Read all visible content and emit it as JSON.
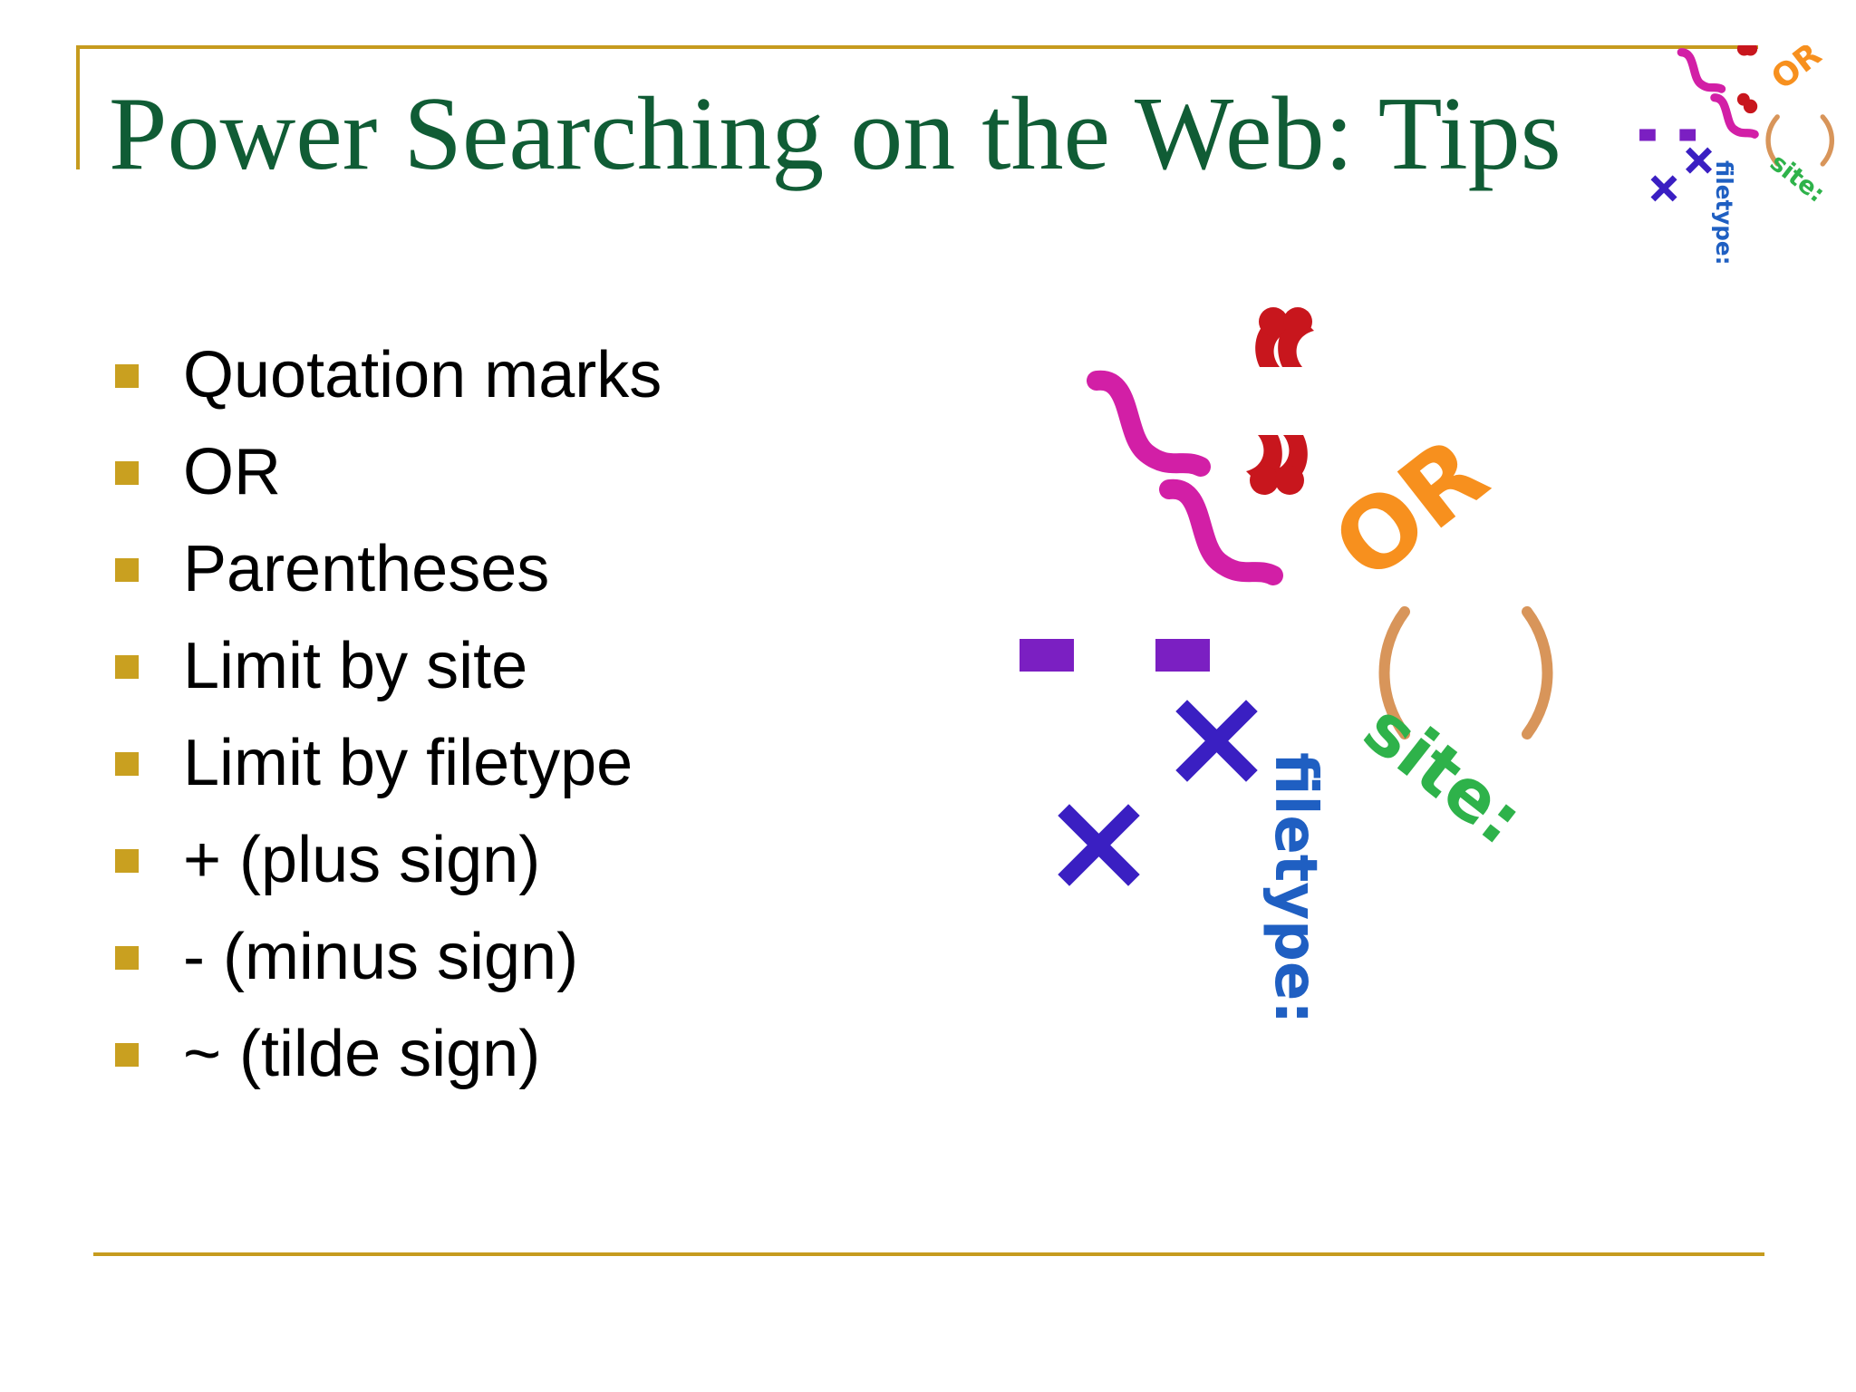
{
  "slide": {
    "title": "Power Searching on the Web: Tips",
    "bullets": [
      "Quotation marks",
      "OR",
      "Parentheses",
      "Limit by site",
      "Limit by filetype",
      "+ (plus sign)",
      "- (minus sign)",
      "~ (tilde sign)"
    ]
  },
  "illustration": {
    "or_text": "OR",
    "site_text": "site:",
    "filetype_text": "filetype:",
    "colors": {
      "quotes": "#c8161d",
      "tilde": "#d21fa6",
      "or": "#f7901e",
      "parentheses": "#d8955a",
      "minus": "#7b1fc2",
      "cross": "#3a1fc2",
      "site": "#2eb24a",
      "filetype": "#1f5fc2"
    }
  },
  "theme": {
    "accent_rule": "#c69b1e",
    "title_color": "#105c35",
    "bullet_color": "#c9a020",
    "text_color": "#000000"
  }
}
